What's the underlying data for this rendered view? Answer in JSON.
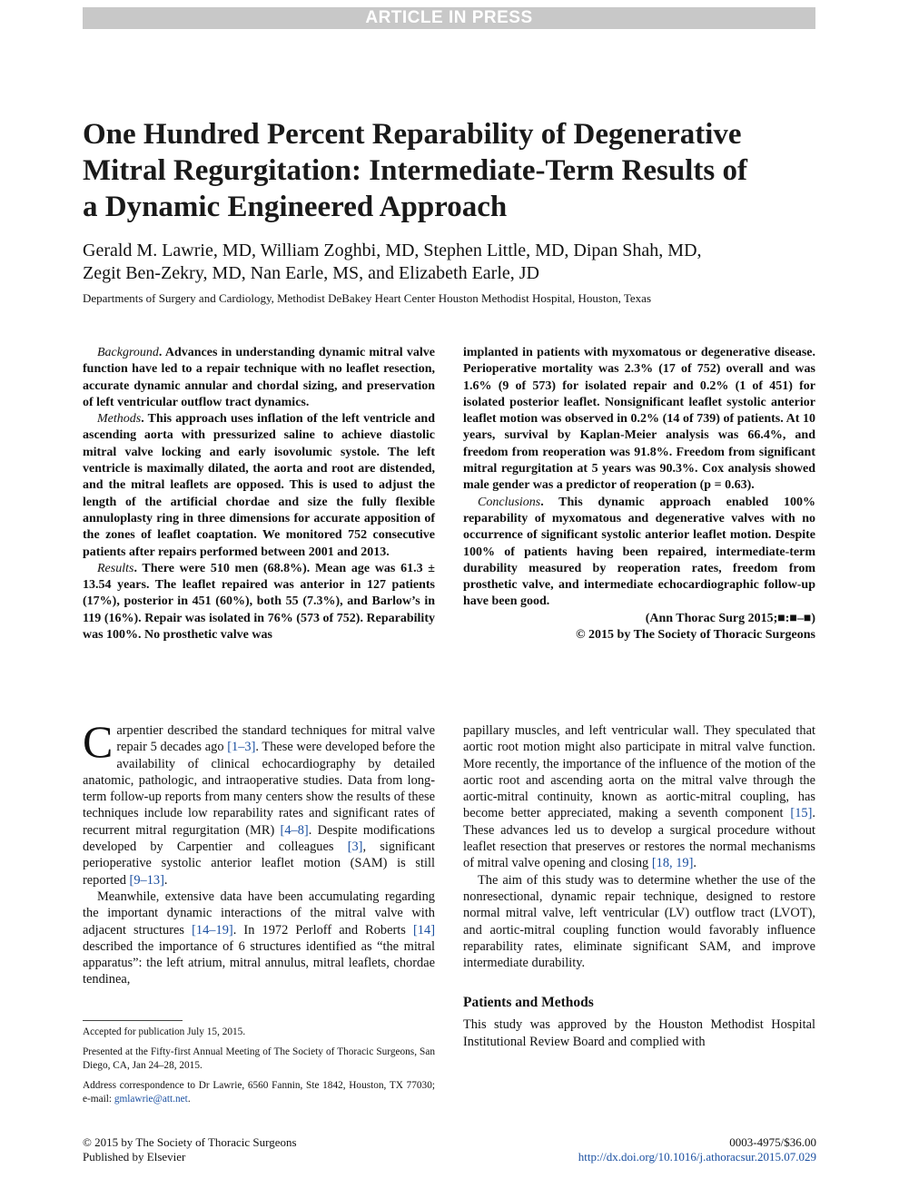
{
  "banner": "ARTICLE IN PRESS",
  "title_lines": [
    "One Hundred Percent Reparability of Degenerative",
    "Mitral Regurgitation: Intermediate-Term Results of",
    "a Dynamic Engineered Approach"
  ],
  "authors_lines": [
    "Gerald M. Lawrie, MD, William Zoghbi, MD, Stephen Little, MD, Dipan Shah, MD,",
    "Zegit Ben-Zekry, MD, Nan Earle, MS, and Elizabeth Earle, JD"
  ],
  "affiliation": "Departments of Surgery and Cardiology, Methodist DeBakey Heart Center Houston Methodist Hospital, Houston, Texas",
  "abstract": {
    "background_label": "Background",
    "background_text": ". Advances in understanding dynamic mitral valve function have led to a repair technique with no leaflet resection, accurate dynamic annular and chordal sizing, and preservation of left ventricular outflow tract dynamics.",
    "methods_label": "Methods",
    "methods_text": ". This approach uses inflation of the left ventricle and ascending aorta with pressurized saline to achieve diastolic mitral valve locking and early isovolumic systole. The left ventricle is maximally dilated, the aorta and root are distended, and the mitral leaflets are opposed. This is used to adjust the length of the artificial chordae and size the fully flexible annuloplasty ring in three dimensions for accurate apposition of the zones of leaflet coaptation. We monitored 752 consecutive patients after repairs performed between 2001 and 2013.",
    "results_label": "Results",
    "results_text_a": ". There were 510 men (68.8%). Mean age was 61.3 ± 13.54 years. The leaflet repaired was anterior in 127 patients (17%), posterior in 451 (60%), both 55 (7.3%), and Barlow’s in 119 (16%). Repair was isolated in 76% (573 of 752). Reparability was 100%. No prosthetic valve was",
    "results_text_b": "implanted in patients with myxomatous or degenerative disease. Perioperative mortality was 2.3% (17 of 752) overall and was 1.6% (9 of 573) for isolated repair and 0.2% (1 of 451) for isolated posterior leaflet. Nonsignificant leaflet systolic anterior leaflet motion was observed in 0.2% (14 of 739) of patients. At 10 years, survival by Kaplan-Meier analysis was 66.4%, and freedom from reoperation was 91.8%. Freedom from significant mitral regurgitation at 5 years was 90.3%. Cox analysis showed male gender was a predictor of reoperation (p = 0.63).",
    "conclusions_label": "Conclusions",
    "conclusions_text": ". This dynamic approach enabled 100% reparability of myxomatous and degenerative valves with no occurrence of significant systolic anterior leaflet motion. Despite 100% of patients having been repaired, intermediate-term durability measured by reoperation rates, freedom from prosthetic valve, and intermediate echocardiographic follow-up have been good.",
    "citation": "(Ann Thorac Surg 2015;■:■–■)",
    "copyright": "© 2015 by The Society of Thoracic Surgeons"
  },
  "body_left": {
    "dropcap": "C",
    "p1_a": "arpentier described the standard techniques for mitral valve repair 5 decades ago ",
    "ref_1_3": "[1–3]",
    "p1_b": ". These were developed before the availability of clinical echocardiography by detailed anatomic, pathologic, and intraoperative studies. Data from long-term follow-up reports from many centers show the results of these techniques include low reparability rates and significant rates of recurrent mitral regurgitation (MR) ",
    "ref_4_8": "[4–8]",
    "p1_c": ". Despite modifications developed by Carpentier and colleagues ",
    "ref_3": "[3]",
    "p1_d": ", significant perioperative systolic anterior leaflet motion (SAM) is still reported ",
    "ref_9_13": "[9–13]",
    "p1_e": ".",
    "p2_a": "Meanwhile, extensive data have been accumulating regarding the important dynamic interactions of the mitral valve with adjacent structures ",
    "ref_14_19": "[14–19]",
    "p2_b": ". In 1972 Perloff and Roberts ",
    "ref_14": "[14]",
    "p2_c": " described the importance of 6 structures identified as “the mitral apparatus”: the left atrium, mitral annulus, mitral leaflets, chordae tendinea,"
  },
  "body_right": {
    "p1_a": "papillary muscles, and left ventricular wall. They speculated that aortic root motion might also participate in mitral valve function. More recently, the importance of the influence of the motion of the aortic root and ascending aorta on the mitral valve through the aortic-mitral continuity, known as aortic-mitral coupling, has become better appreciated, making a seventh component ",
    "ref_15": "[15]",
    "p1_b": ". These advances led us to develop a surgical procedure without leaflet resection that preserves or restores the normal mechanisms of mitral valve opening and closing ",
    "ref_18_19": "[18, 19]",
    "p1_c": ".",
    "p2": "The aim of this study was to determine whether the use of the nonresectional, dynamic repair technique, designed to restore normal mitral valve, left ventricular (LV) outflow tract (LVOT), and aortic-mitral coupling function would favorably influence reparability rates, eliminate significant SAM, and improve intermediate durability.",
    "section_heading": "Patients and Methods",
    "p3": "This study was approved by the Houston Methodist Hospital Institutional Review Board and complied with"
  },
  "footnotes": {
    "accepted": "Accepted for publication July 15, 2015.",
    "presented": "Presented at the Fifty-first Annual Meeting of The Society of Thoracic Surgeons, San Diego, CA, Jan 24–28, 2015.",
    "address_prefix": "Address correspondence to Dr Lawrie, 6560 Fannin, Ste 1842, Houston, TX 77030; e-mail: ",
    "email": "gmlawrie@att.net",
    "address_suffix": "."
  },
  "footer": {
    "copyright": "© 2015 by The Society of Thoracic Surgeons",
    "publisher": "Published by Elsevier",
    "issn": "0003-4975/$36.00",
    "doi": "http://dx.doi.org/10.1016/j.athoracsur.2015.07.029"
  },
  "colors": {
    "banner_bg": "#c8c8c8",
    "link": "#1a4fa0"
  }
}
